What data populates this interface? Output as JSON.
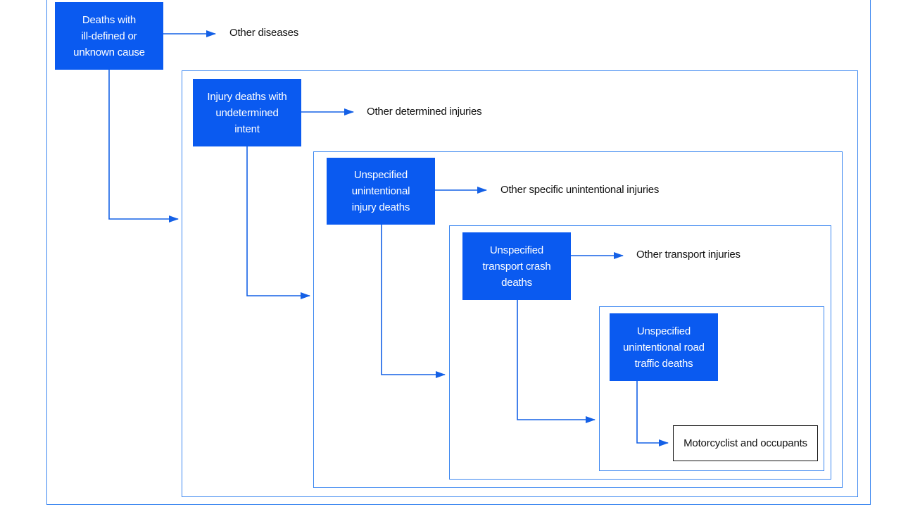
{
  "levels": [
    {
      "box_lines": [
        "Deaths with",
        "ill-defined or",
        "unknown cause"
      ],
      "other": "Other diseases"
    },
    {
      "box_lines": [
        "Injury deaths with",
        "undetermined",
        "intent"
      ],
      "other": "Other determined injuries"
    },
    {
      "box_lines": [
        "Unspecified",
        "unintentional",
        "injury deaths"
      ],
      "other": "Other specific unintentional injuries"
    },
    {
      "box_lines": [
        "Unspecified",
        "transport crash",
        "deaths"
      ],
      "other": "Other transport injuries"
    },
    {
      "box_lines": [
        "Unspecified",
        "unintentional road",
        "traffic deaths"
      ]
    }
  ],
  "terminal": "Motorcyclist and occupants",
  "colors": {
    "box_fill": "#0a5af0",
    "frame_line": "#3a86f0",
    "connector": "#1460e6",
    "text": "#111111"
  }
}
